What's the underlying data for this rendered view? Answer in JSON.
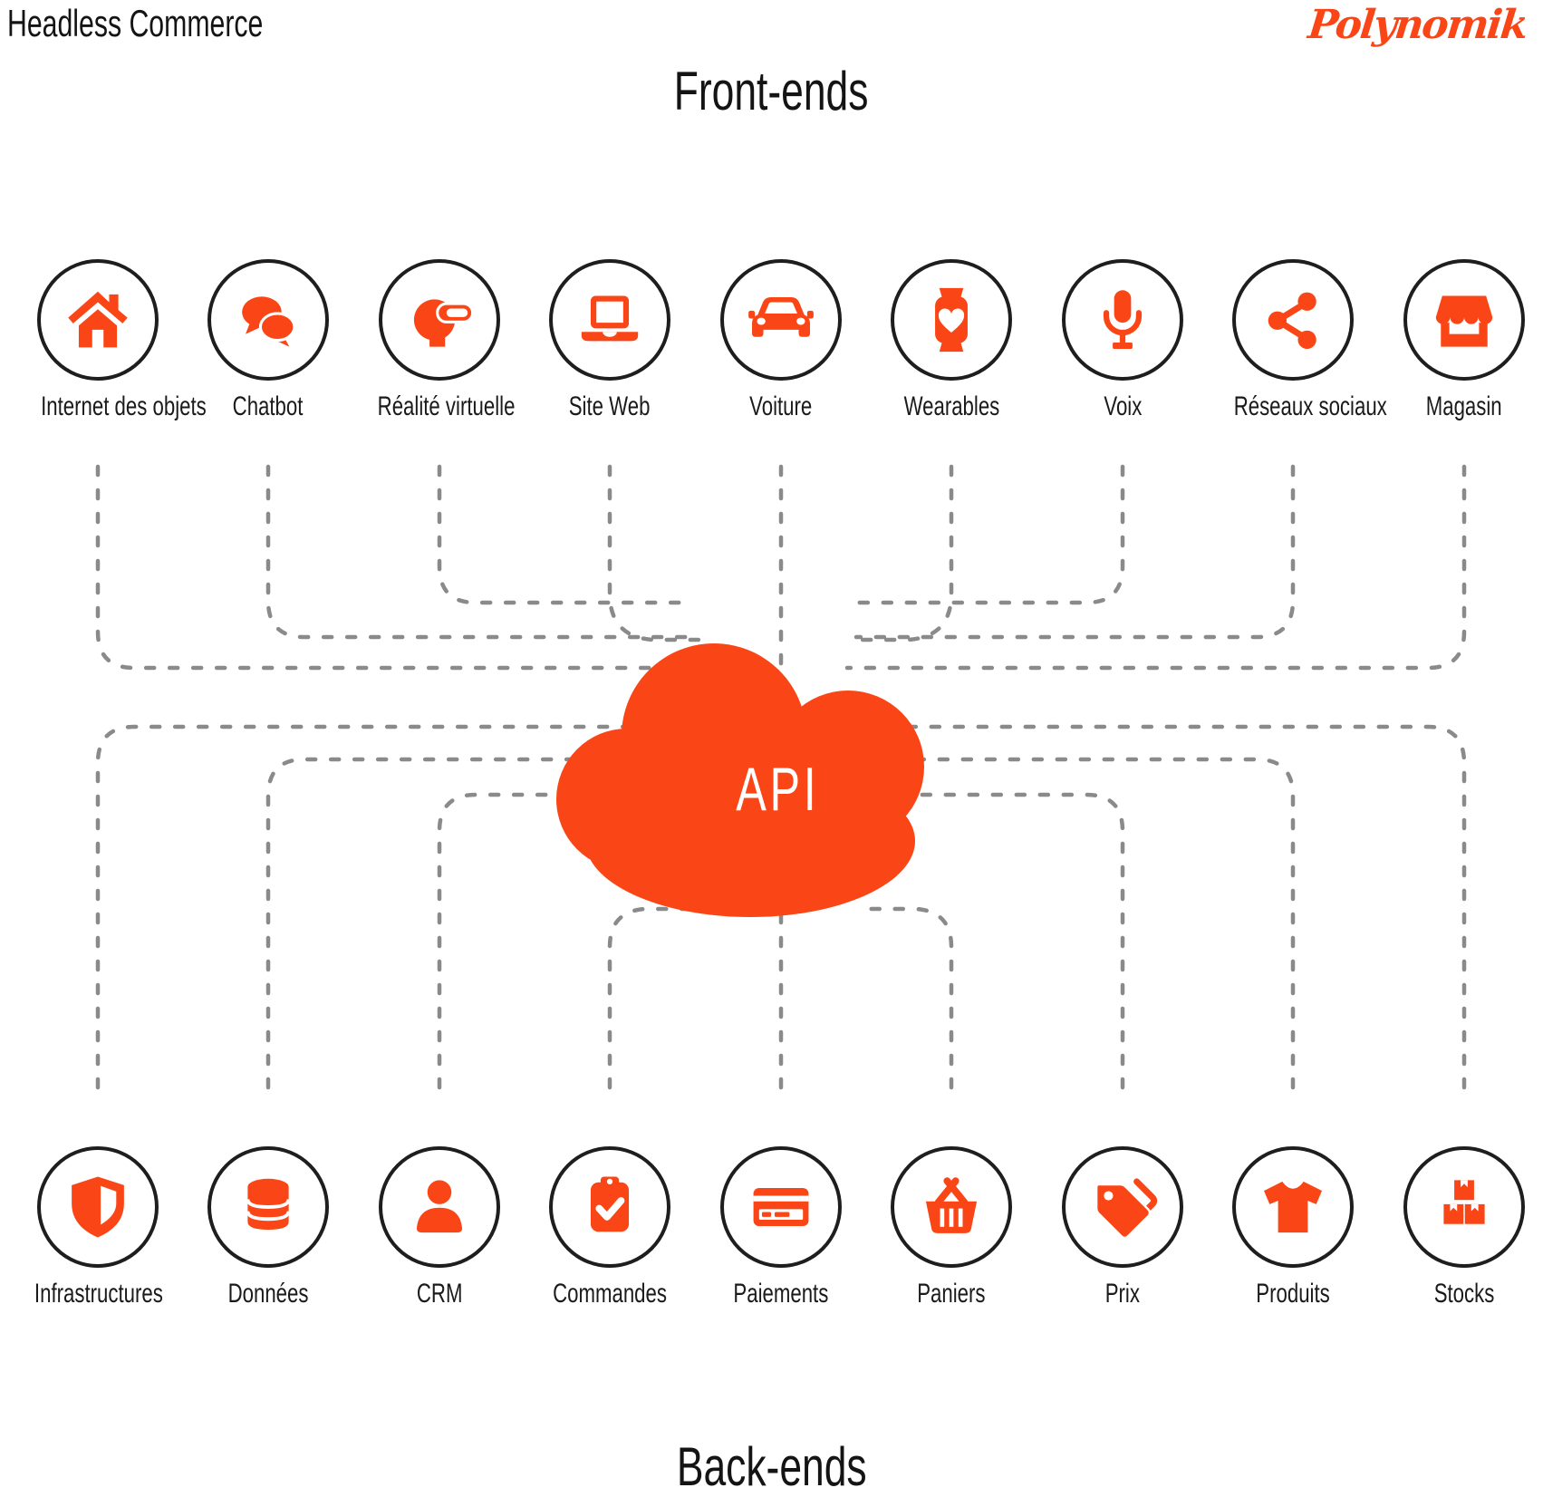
{
  "header": {
    "title": "Headless Commerce",
    "logo": "Polynomik"
  },
  "zones": {
    "top_heading": "Front-ends",
    "bottom_heading": "Back-ends"
  },
  "api": {
    "label": "API"
  },
  "frontends": {
    "items": [
      {
        "label": "Internet des objets",
        "icon": "home-icon"
      },
      {
        "label": "Chatbot",
        "icon": "chat-bubbles-icon"
      },
      {
        "label": "Réalité virtuelle",
        "icon": "vr-headset-icon"
      },
      {
        "label": "Site Web",
        "icon": "laptop-icon"
      },
      {
        "label": "Voiture",
        "icon": "car-icon"
      },
      {
        "label": "Wearables",
        "icon": "smartwatch-icon"
      },
      {
        "label": "Voix",
        "icon": "microphone-icon"
      },
      {
        "label": "Réseaux sociaux",
        "icon": "share-icon"
      },
      {
        "label": "Magasin",
        "icon": "storefront-icon"
      }
    ]
  },
  "backends": {
    "items": [
      {
        "label": "Infrastructures",
        "icon": "shield-icon"
      },
      {
        "label": "Données",
        "icon": "database-icon"
      },
      {
        "label": "CRM",
        "icon": "user-icon"
      },
      {
        "label": "Commandes",
        "icon": "clipboard-check-icon"
      },
      {
        "label": "Paiements",
        "icon": "credit-card-icon"
      },
      {
        "label": "Paniers",
        "icon": "basket-icon"
      },
      {
        "label": "Prix",
        "icon": "price-tags-icon"
      },
      {
        "label": "Produits",
        "icon": "tshirt-icon"
      },
      {
        "label": "Stocks",
        "icon": "boxes-icon"
      }
    ]
  },
  "colors": {
    "accent": "#FA4616",
    "line": "#8A8A8A",
    "circle_border": "#1E1E1E",
    "text": "#141414"
  }
}
